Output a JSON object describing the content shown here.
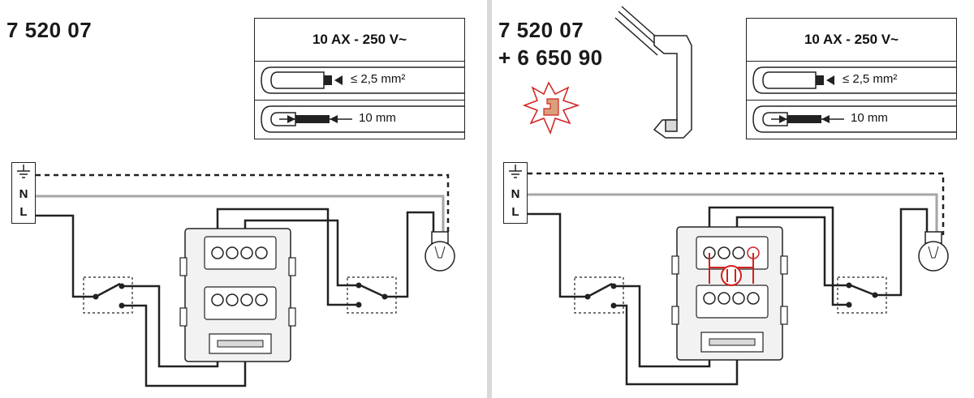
{
  "left": {
    "product_code": "7 520 07",
    "spec": {
      "rating": "10 AX - 250 V~",
      "section": "≤ 2,5 mm²",
      "strip": "10 mm"
    },
    "terminal": {
      "neutral": "N",
      "line": "L"
    }
  },
  "right": {
    "product_code": "7 520 07",
    "accessory_code": "+ 6 650 90",
    "spec": {
      "rating": "10 AX - 250 V~",
      "section": "≤ 2,5 mm²",
      "strip": "10 mm"
    },
    "terminal": {
      "neutral": "N",
      "line": "L"
    }
  },
  "colors": {
    "wire": "#222222",
    "neutral": "#a6a6a6",
    "bridge": "#d22020",
    "module": "#f2f2f2",
    "clip": "#d9a07a"
  },
  "icons": [
    "ground-icon",
    "lamp-icon",
    "switch-icon",
    "wire-icon",
    "bridge-clip-icon",
    "mounting-clip-icon"
  ]
}
